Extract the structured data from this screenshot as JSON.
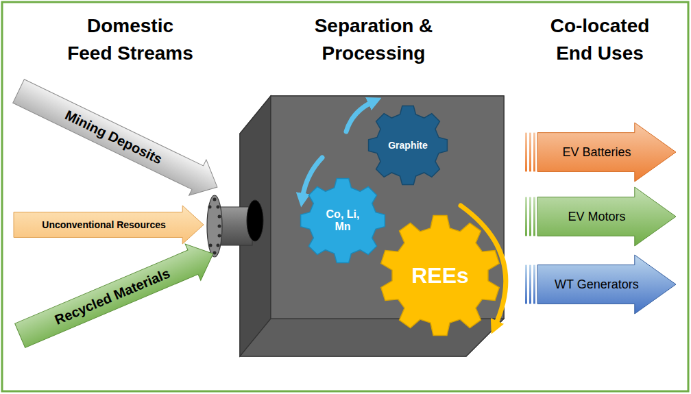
{
  "diagram": {
    "nodes": [
      {
        "text": [
          "Mining Deposits"
        ]
      },
      {
        "text": [
          "Unconventional Resources"
        ]
      },
      {
        "text": [
          "Recycled Materials"
        ]
      },
      {
        "text": [
          "Graphite"
        ]
      },
      {
        "text": [
          "Co, Li, Mn"
        ]
      },
      {
        "text": [
          "REEs"
        ]
      },
      {
        "text": [
          "EV Batteries"
        ]
      },
      {
        "text": [
          "EV Motors"
        ]
      },
      {
        "text": [
          "WT Generators"
        ]
      }
    ],
    "labels": [
      "Domestic Feed Streams",
      "Separation & Processing",
      "Co-located End Uses"
    ]
  }
}
